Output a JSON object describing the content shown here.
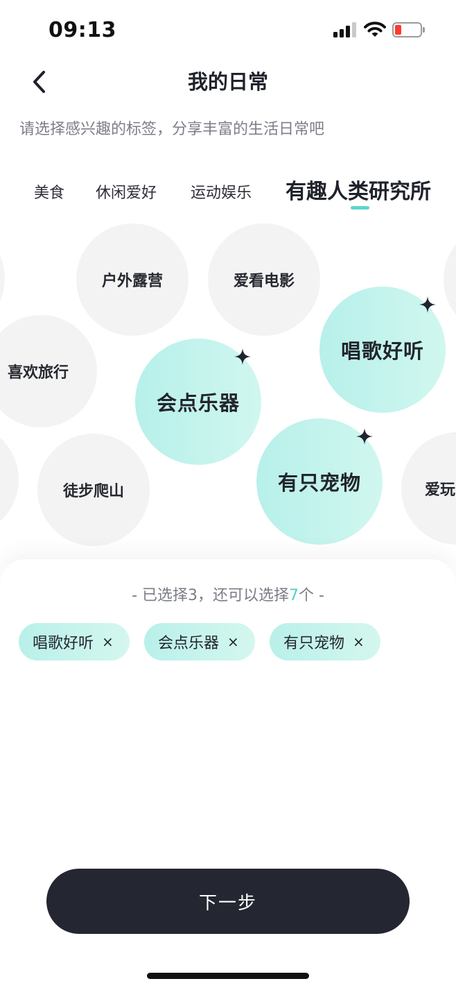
{
  "status_bar": {
    "time": "09:13"
  },
  "header": {
    "title": "我的日常",
    "subtitle": "请选择感兴趣的标签，分享丰富的生活日常吧"
  },
  "tabs": [
    {
      "label": "美食"
    },
    {
      "label": "休闲爱好"
    },
    {
      "label": "运动娱乐"
    },
    {
      "label": "有趣人类研究所",
      "active": true
    }
  ],
  "bubbles": [
    {
      "label": "户外露营",
      "selected": false
    },
    {
      "label": "爱看电影",
      "selected": false
    },
    {
      "label": "喜欢旅行",
      "selected": false
    },
    {
      "label": "会点乐器",
      "selected": true
    },
    {
      "label": "唱歌好听",
      "selected": true
    },
    {
      "label": "徒步爬山",
      "selected": false
    },
    {
      "label": "有只宠物",
      "selected": true
    },
    {
      "label": "爱玩",
      "selected": false
    }
  ],
  "selection": {
    "prefix": "- 已选择3，还可以选择",
    "remaining": "7",
    "suffix": "个 -",
    "chips": [
      {
        "label": "唱歌好听",
        "remove": "×"
      },
      {
        "label": "会点乐器",
        "remove": "×"
      },
      {
        "label": "有只宠物",
        "remove": "×"
      }
    ]
  },
  "footer": {
    "next_label": "下一步"
  },
  "colors": {
    "accent": "#4fd1c5",
    "button_bg": "#242731",
    "bubble_bg": "#f3f3f4"
  }
}
